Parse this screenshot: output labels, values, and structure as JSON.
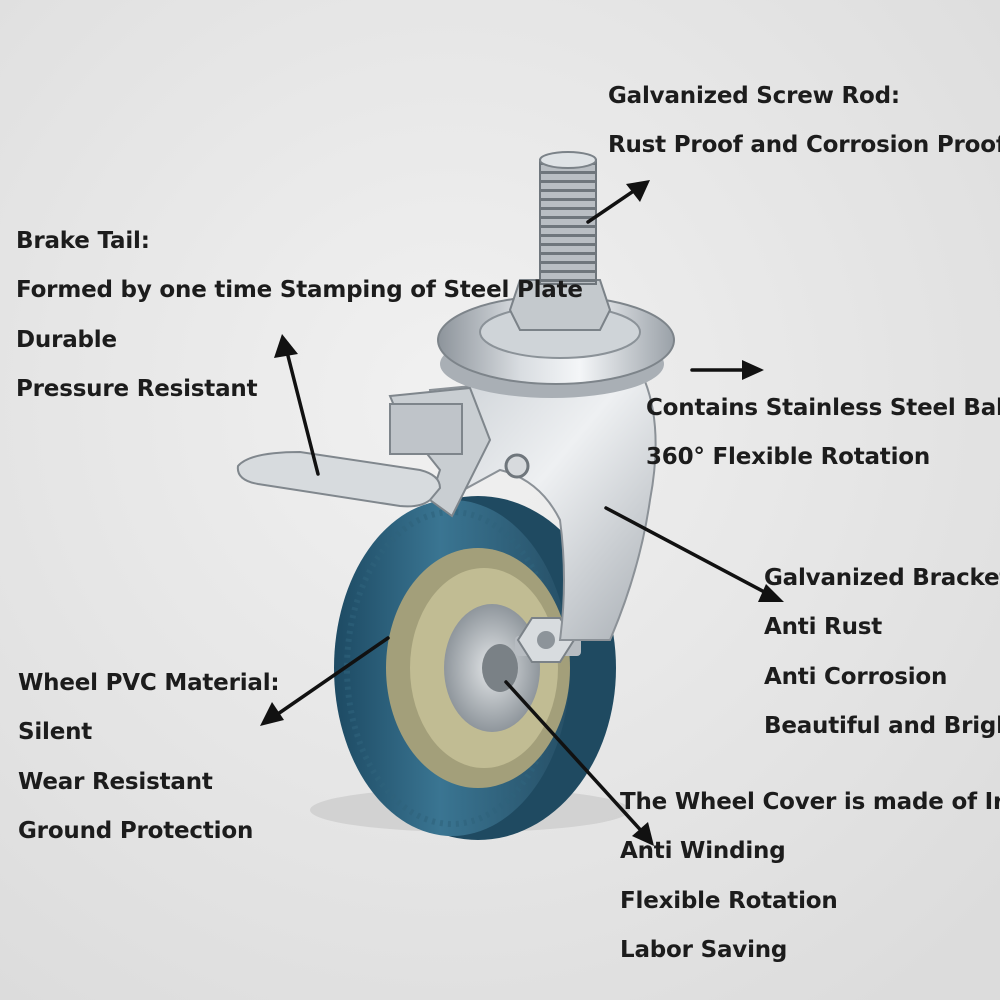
{
  "callouts": {
    "screw_rod": {
      "title": "Galvanized Screw Rod:",
      "lines": [
        "Rust Proof and Corrosion Proof"
      ]
    },
    "brake_tail": {
      "title": "Brake Tail:",
      "lines": [
        "Formed by one time Stamping of Steel Plate",
        "Durable",
        "Pressure Resistant"
      ]
    },
    "bearings": {
      "title": "Contains Stainless Steel Balls:",
      "lines": [
        "360° Flexible Rotation"
      ]
    },
    "bracket": {
      "title": "Galvanized Bracket:",
      "lines": [
        "Anti Rust",
        "Anti Corrosion",
        "Beautiful and Bright"
      ]
    },
    "wheel": {
      "title": "Wheel PVC Material:",
      "lines": [
        "Silent",
        "Wear Resistant",
        "Ground Protection"
      ]
    },
    "wheel_cover": {
      "title": "The Wheel Cover is made of Iron:",
      "lines": [
        "Anti Winding",
        "Flexible Rotation",
        "Labor Saving"
      ]
    }
  }
}
